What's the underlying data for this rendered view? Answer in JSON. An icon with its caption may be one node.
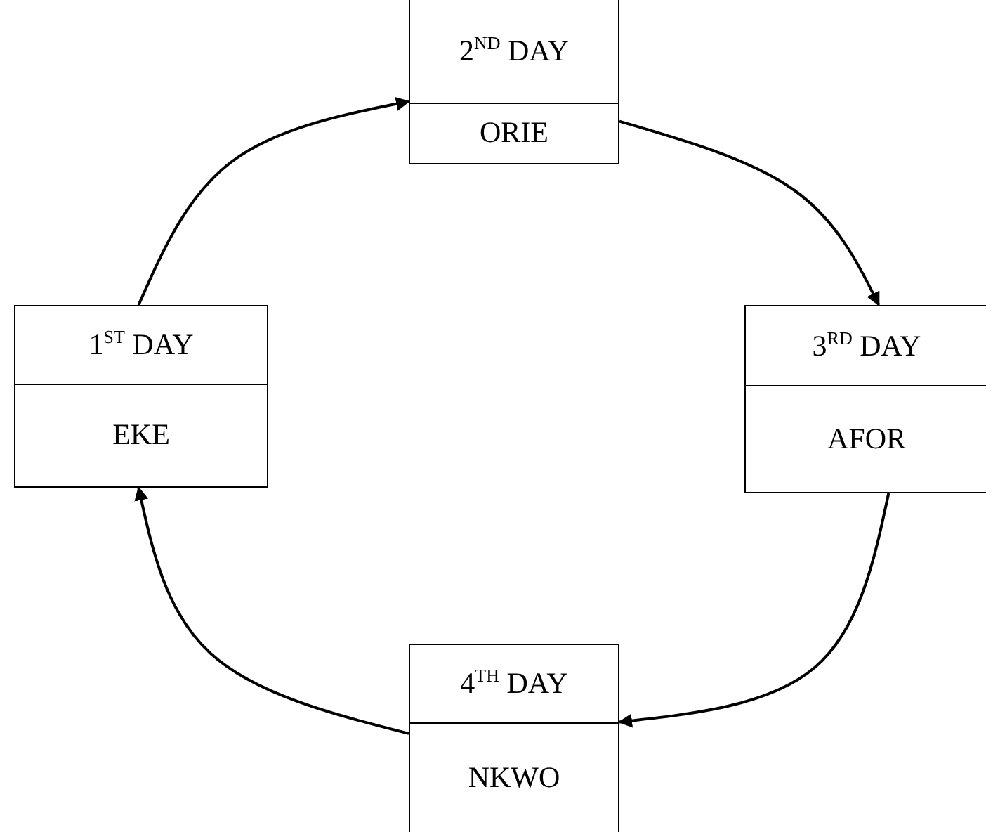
{
  "diagram": {
    "nodes": [
      {
        "text": [
          "2$^{ND}$ DAY",
          "ORIE"
        ]
      },
      {
        "text": [
          "1$^{ST}$ DAY",
          "EKE"
        ]
      },
      {
        "text": [
          "3$^{RD}$ DAY",
          "AFOR"
        ]
      },
      {
        "text": [
          "4$^{TH}$ DAY",
          "NKWO"
        ]
      }
    ],
    "edges": [
      {
        "from": 1,
        "to": 0,
        "arrow": "to"
      },
      {
        "from": 0,
        "to": 2,
        "arrow": "to"
      },
      {
        "from": 2,
        "to": 3,
        "arrow": "to"
      },
      {
        "from": 3,
        "to": 1,
        "arrow": "to"
      }
    ]
  }
}
